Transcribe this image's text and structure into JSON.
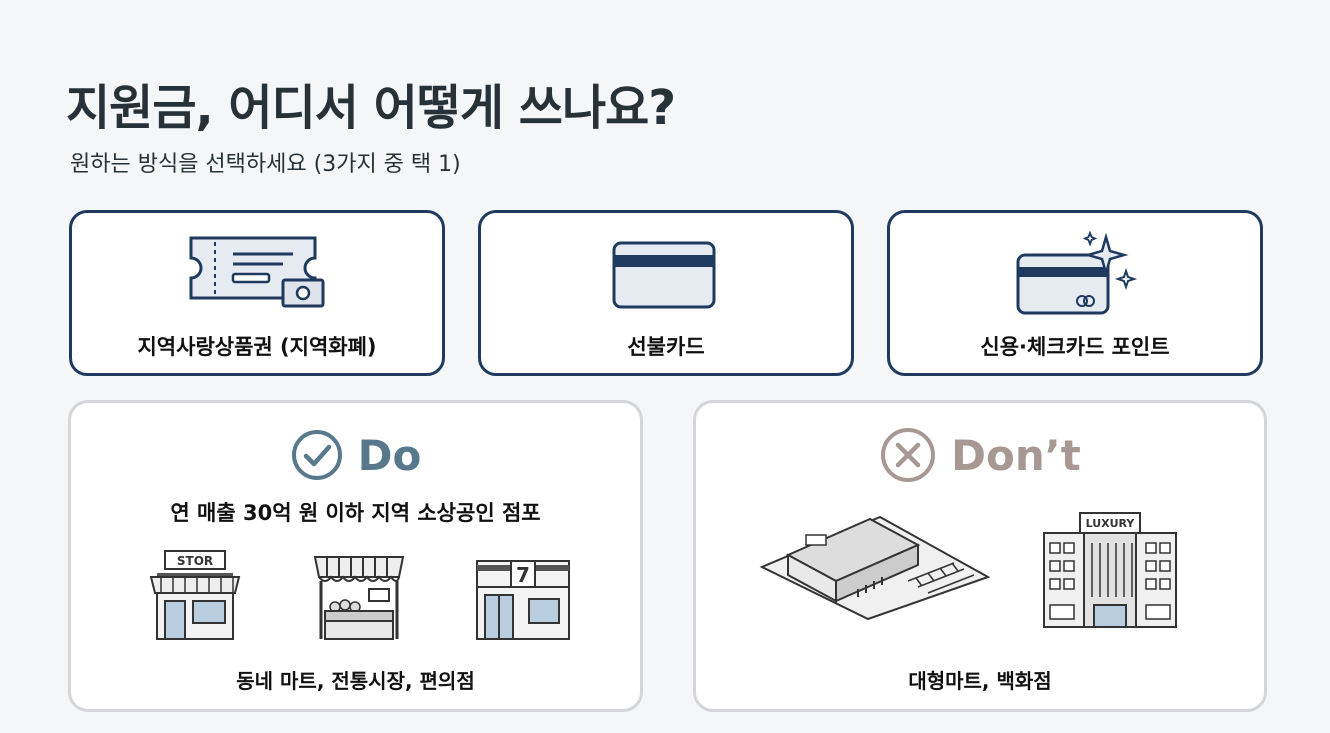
{
  "title": "지원금, 어디서 어떻게 쓰나요?",
  "subtitle": "원하는 방식을 선택하세요 (3가지 중 택 1)",
  "methods": [
    {
      "label": "지역사랑상품권 (지역화폐)",
      "icon": "voucher-icon"
    },
    {
      "label": "선불카드",
      "icon": "prepaid-card-icon"
    },
    {
      "label": "신용·체크카드 포인트",
      "icon": "credit-card-sparkle-icon"
    }
  ],
  "do": {
    "heading": "Do",
    "criterion": "연 매출 30억 원 이하 지역 소상공인 점포",
    "store_sign": "STOR",
    "conv_sign": "7",
    "places": "동네 마트, 전통시장, 편의점",
    "color": "#58798c"
  },
  "dont": {
    "heading": "Don’t",
    "dept_sign": "LUXURY",
    "places": "대형마트, 백화점",
    "color": "#a89893"
  },
  "colors": {
    "card_border": "#1f3a5f",
    "panel_border": "#d3d5d8",
    "background": "#f5f6f8"
  }
}
